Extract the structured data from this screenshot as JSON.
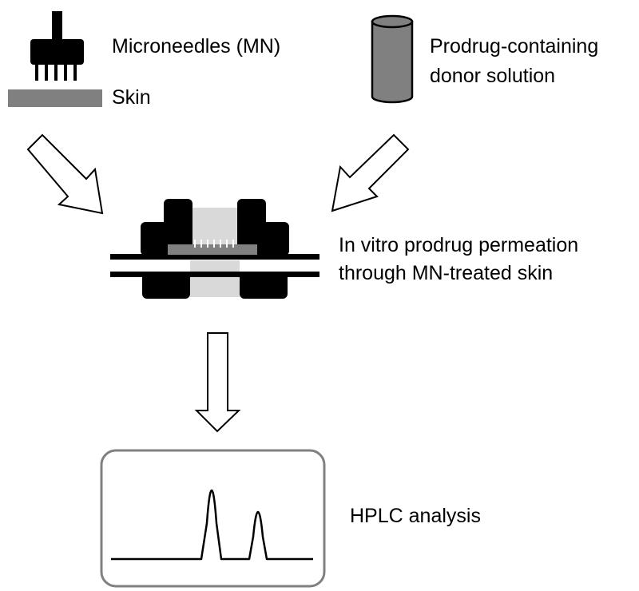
{
  "labels": {
    "microneedles": "Microneedles (MN)",
    "skin": "Skin",
    "donor_line1": "Prodrug-containing",
    "donor_line2": "donor solution",
    "permeation_line1": "In vitro prodrug permeation",
    "permeation_line2": "through MN-treated skin",
    "hplc": "HPLC analysis"
  },
  "colors": {
    "device": "#000000",
    "skin": "#808080",
    "cylinder": "#808080",
    "solution": "#d9d9d9",
    "frame": "#808080"
  }
}
